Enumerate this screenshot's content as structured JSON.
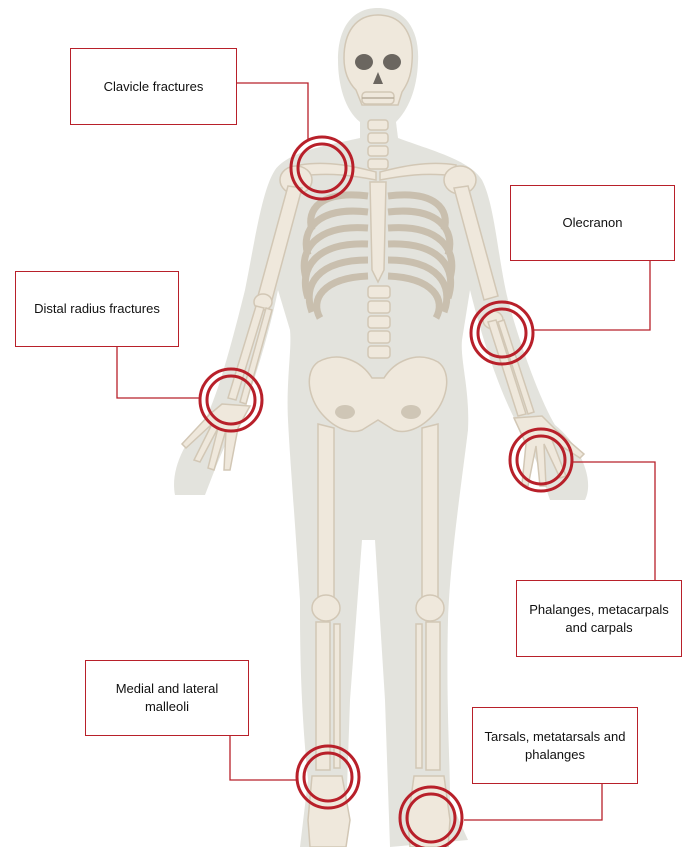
{
  "labels": {
    "clavicle": "Clavicle fractures",
    "olecranon": "Olecranon",
    "distal_radius": "Distal radius fractures",
    "phalanges": "Phalanges, metacarpals and carpals",
    "malleoli": "Medial and lateral malleoli",
    "tarsals": "Tarsals, metatarsals and phalanges"
  },
  "colors": {
    "accent_red": "#b8202a",
    "bone": "#efe8dc",
    "bone_outline": "#d3c8b6",
    "body_silhouette": "#e2e2dc"
  }
}
